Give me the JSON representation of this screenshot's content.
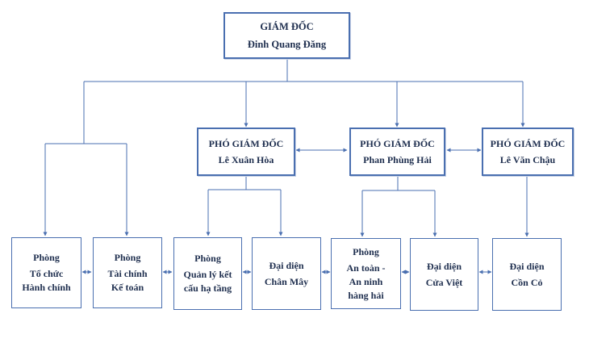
{
  "colors": {
    "line": "#4a6fb0",
    "box_border": "#4a6fb0",
    "text": "#1f2f4f"
  },
  "director": {
    "title": "GIÁM ĐỐC",
    "name": "Đinh Quang Đăng"
  },
  "deputies": [
    {
      "title": "PHÓ GIÁM ĐỐC",
      "name": "Lê Xuân Hòa"
    },
    {
      "title": "PHÓ GIÁM ĐỐC",
      "name": "Phan Phùng Hải"
    },
    {
      "title": "PHÓ GIÁM ĐỐC",
      "name": "Lê Văn Chậu"
    }
  ],
  "units": [
    {
      "line1": "Phòng",
      "line2": "Tổ chức\nHành chính"
    },
    {
      "line1": "Phòng",
      "line2": "Tài chính\nKế toán"
    },
    {
      "line1": "Phòng",
      "line2": "Quản lý kết\ncấu hạ tầng"
    },
    {
      "line1": "Đại diện",
      "line2": "Chân Mây"
    },
    {
      "line1": "Phòng",
      "line2": "An toàn -\nAn ninh\nhàng hải"
    },
    {
      "line1": "Đại diện",
      "line2": "Cửa Việt"
    },
    {
      "line1": "Đại diện",
      "line2": "Cồn Cỏ"
    }
  ]
}
